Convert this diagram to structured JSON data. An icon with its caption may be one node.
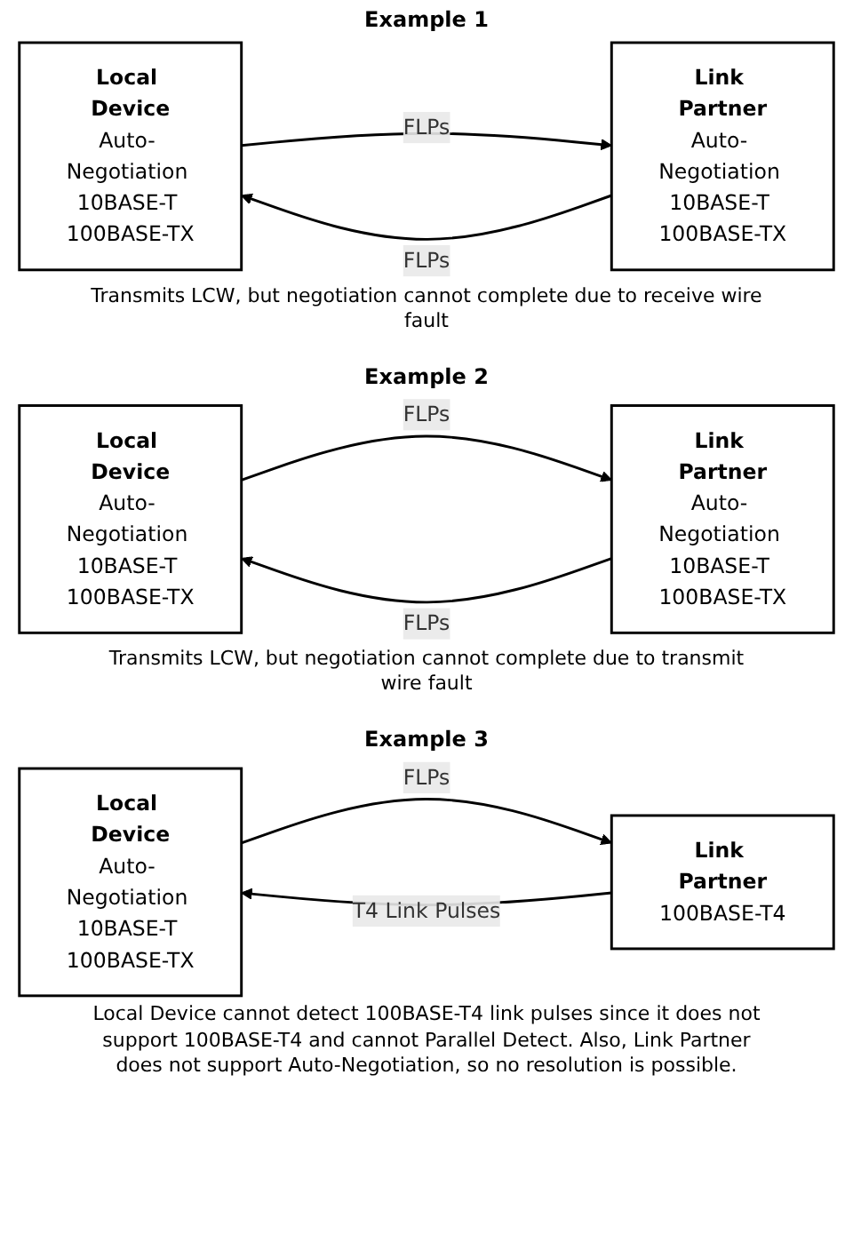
{
  "diagram": {
    "nodes": [
      {
        "text": [
          "Local Device",
          "Auto- Negotiation 10BASE-T 100BASE-TX"
        ]
      },
      {
        "text": [
          "Link Partner",
          "Auto- Negotiation 10BASE-T 100BASE-TX"
        ]
      },
      {
        "text": [
          "Local Device",
          "Auto- Negotiation 10BASE-T 100BASE-TX"
        ]
      },
      {
        "text": [
          "Link Partner",
          "Auto- Negotiation 10BASE-T 100BASE-TX"
        ]
      },
      {
        "text": [
          "Local Device",
          "Auto- Negotiation 10BASE-T 100BASE-TX"
        ]
      },
      {
        "text": [
          "Link Partner",
          "100BASE-T4"
        ]
      }
    ],
    "edges": [
      {
        "from": 1,
        "to": 0,
        "arrow": "to",
        "label": "FLPs"
      },
      {
        "from": 0,
        "to": 1,
        "arrow": "to",
        "label": "FLPs"
      },
      {
        "from": 3,
        "to": 2,
        "arrow": "to",
        "label": "FLPs"
      },
      {
        "from": 2,
        "to": 3,
        "arrow": "to",
        "label": "FLPs"
      },
      {
        "from": 5,
        "to": 4,
        "arrow": "to",
        "label": "T4 Link Pulses"
      },
      {
        "from": 4,
        "to": 5,
        "arrow": "to",
        "label": "FLPs"
      }
    ],
    "labels": [
      "Example 1",
      "Transmits LCW, but negotiation cannot complete due to receive wire fault",
      "Example 2",
      "Transmits LCW, but negotiation cannot complete due to transmit wire fault",
      "Example 3",
      "Local Device cannot detect 100BASE-T4 link pulses since it does not support 100BASE-T4 and cannot Parallel Detect. Also, Link Partner does not support Auto-Negotiation, so no resolution is possible."
    ]
  }
}
